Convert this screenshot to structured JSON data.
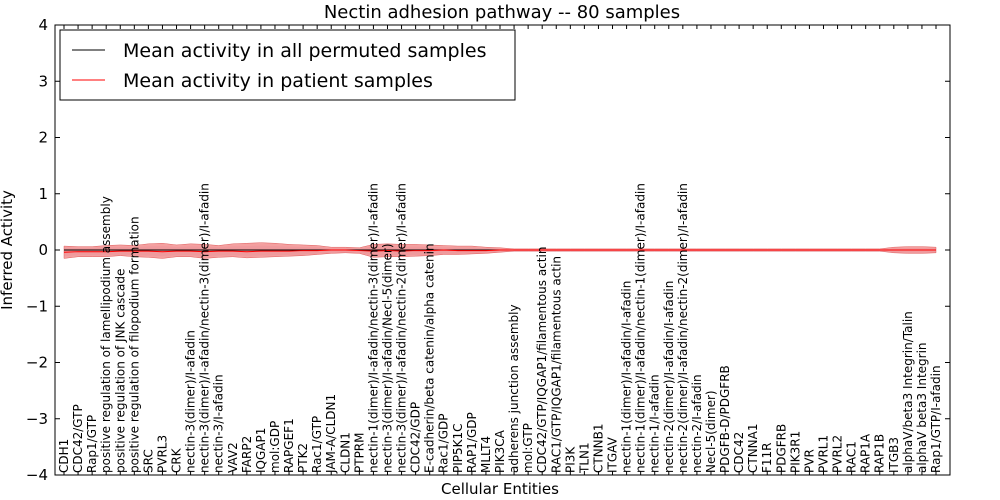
{
  "chart_data": {
    "type": "line",
    "title": "Nectin adhesion pathway -- 80 samples",
    "xlabel": "Cellular Entities",
    "ylabel": "Inferred Activity",
    "ylim": [
      -4,
      4
    ],
    "yticks": [
      "4",
      "3",
      "2",
      "1",
      "0",
      "−1",
      "−2",
      "−3",
      "−4"
    ],
    "grid": false,
    "legend_position": "top-left",
    "colors": {
      "permuted": "#000000",
      "patient": "#ff0000",
      "band": "#f08080",
      "band_secondary": "#c8b4d8"
    },
    "categories": [
      "CDH1",
      "CDC42/GTP",
      "Rap1/GTP",
      "positive regulation of lamellipodium assembly",
      "positive regulation of JNK cascade",
      "positive regulation of filopodium formation",
      "SRC",
      "PVRL3",
      "CRK",
      "nectin-3(dimer)/I-afadin",
      "nectin-3(dimer)/I-afadin/nectin-3(dimer)/I-afadin",
      "nectin-3/I-afadin",
      "VAV2",
      "FARP2",
      "IQGAP1",
      "mol:GDP",
      "RAPGEF1",
      "PTK2",
      "Rac1/GTP",
      "JAM-A/CLDN1",
      "CLDN1",
      "PTPRM",
      "nectin-1(dimer)/I-afadin/nectin-3(dimer)/I-afadin",
      "nectin-3(dimer)/I-afadin/Necl-5(dimer)",
      "nectin-3(dimer)/I-afadin/nectin-2(dimer)/I-afadin",
      "CDC42/GDP",
      "E-cadherin/beta catenin/alpha catenin",
      "Rac1/GDP",
      "PIP5K1C",
      "RAP1/GDP",
      "MLLT4",
      "PIK3CA",
      "adherens junction assembly",
      "mol:GTP",
      "CDC42/GTP/IQGAP1/filamentous actin",
      "RAC1/GTP/IQGAP1/filamentous actin",
      "PI3K",
      "TLN1",
      "CTNNB1",
      "ITGAV",
      "nectin-1(dimer)/I-afadin/I-afadin",
      "nectin-1(dimer)/I-afadin/nectin-1(dimer)/I-afadin",
      "nectin-1/I-afadin",
      "nectin-2(dimer)/I-afadin/I-afadin",
      "nectin-2(dimer)/I-afadin/nectin-2(dimer)/I-afadin",
      "nectin-2/I-afadin",
      "Necl-5(dimer)",
      "PDGFB-D/PDGFRB",
      "CDC42",
      "CTNNA1",
      "F11R",
      "PDGFRB",
      "PIK3R1",
      "PVR",
      "PVRL1",
      "PVRL2",
      "RAC1",
      "RAP1A",
      "RAP1B",
      "ITGB3",
      "alphaV/beta3 Integrin/Talin",
      "alphaV beta3 Integrin",
      "Rap1/GTP/I-afadin"
    ],
    "series": [
      {
        "name": "Mean activity in all permuted samples",
        "values": [
          0,
          0,
          0,
          0,
          0,
          0,
          0,
          0,
          0,
          0,
          0,
          0,
          0,
          0,
          0,
          0,
          0,
          0,
          0,
          0,
          0,
          0,
          0,
          0,
          0,
          0,
          0,
          0,
          0,
          0,
          0,
          0,
          0,
          0,
          0,
          0,
          0,
          0,
          0,
          0,
          0,
          0,
          0,
          0,
          0,
          0,
          0,
          0,
          0,
          0,
          0,
          0,
          0,
          0,
          0,
          0,
          0,
          0,
          0,
          0,
          0,
          0,
          0
        ]
      },
      {
        "name": "Mean activity in patient samples",
        "values": [
          -0.04,
          -0.03,
          -0.03,
          -0.03,
          -0.02,
          -0.02,
          -0.02,
          -0.03,
          -0.02,
          -0.02,
          -0.03,
          -0.02,
          -0.02,
          -0.03,
          -0.02,
          -0.02,
          -0.02,
          -0.01,
          -0.01,
          0.0,
          0.0,
          -0.01,
          -0.02,
          -0.01,
          -0.02,
          -0.01,
          -0.01,
          0.0,
          -0.01,
          -0.01,
          -0.01,
          0.0,
          0.0,
          0.0,
          0.0,
          0.0,
          0.0,
          0.0,
          0.0,
          0.0,
          0.0,
          0.0,
          0.0,
          0.0,
          0.0,
          0.0,
          0.0,
          0.0,
          0.0,
          0.0,
          0.0,
          0.0,
          0.0,
          0.0,
          0.0,
          0.0,
          0.0,
          0.0,
          0.0,
          0.0,
          0.0,
          0.0,
          0.0
        ]
      }
    ],
    "band_upper": [
      0.07,
      0.06,
      0.06,
      0.08,
      0.09,
      0.08,
      0.11,
      0.12,
      0.09,
      0.11,
      0.1,
      0.08,
      0.11,
      0.12,
      0.13,
      0.12,
      0.1,
      0.09,
      0.08,
      0.05,
      0.05,
      0.04,
      0.1,
      0.11,
      0.1,
      0.1,
      0.09,
      0.08,
      0.07,
      0.07,
      0.05,
      0.04,
      0.02,
      0.02,
      0.02,
      0.02,
      0.02,
      0.02,
      0.02,
      0.02,
      0.02,
      0.02,
      0.02,
      0.02,
      0.02,
      0.02,
      0.02,
      0.02,
      0.02,
      0.02,
      0.02,
      0.02,
      0.02,
      0.02,
      0.02,
      0.02,
      0.02,
      0.02,
      0.02,
      0.05,
      0.06,
      0.06,
      0.05
    ],
    "band_lower": [
      -0.15,
      -0.12,
      -0.12,
      -0.12,
      -0.1,
      -0.12,
      -0.13,
      -0.15,
      -0.12,
      -0.12,
      -0.15,
      -0.13,
      -0.12,
      -0.14,
      -0.13,
      -0.12,
      -0.11,
      -0.1,
      -0.08,
      -0.06,
      -0.05,
      -0.06,
      -0.13,
      -0.12,
      -0.12,
      -0.11,
      -0.1,
      -0.08,
      -0.08,
      -0.07,
      -0.06,
      -0.04,
      -0.02,
      -0.02,
      -0.02,
      -0.02,
      -0.02,
      -0.02,
      -0.02,
      -0.02,
      -0.02,
      -0.02,
      -0.02,
      -0.02,
      -0.02,
      -0.02,
      -0.02,
      -0.02,
      -0.02,
      -0.02,
      -0.02,
      -0.02,
      -0.02,
      -0.02,
      -0.02,
      -0.02,
      -0.02,
      -0.02,
      -0.02,
      -0.05,
      -0.06,
      -0.06,
      -0.05
    ]
  }
}
